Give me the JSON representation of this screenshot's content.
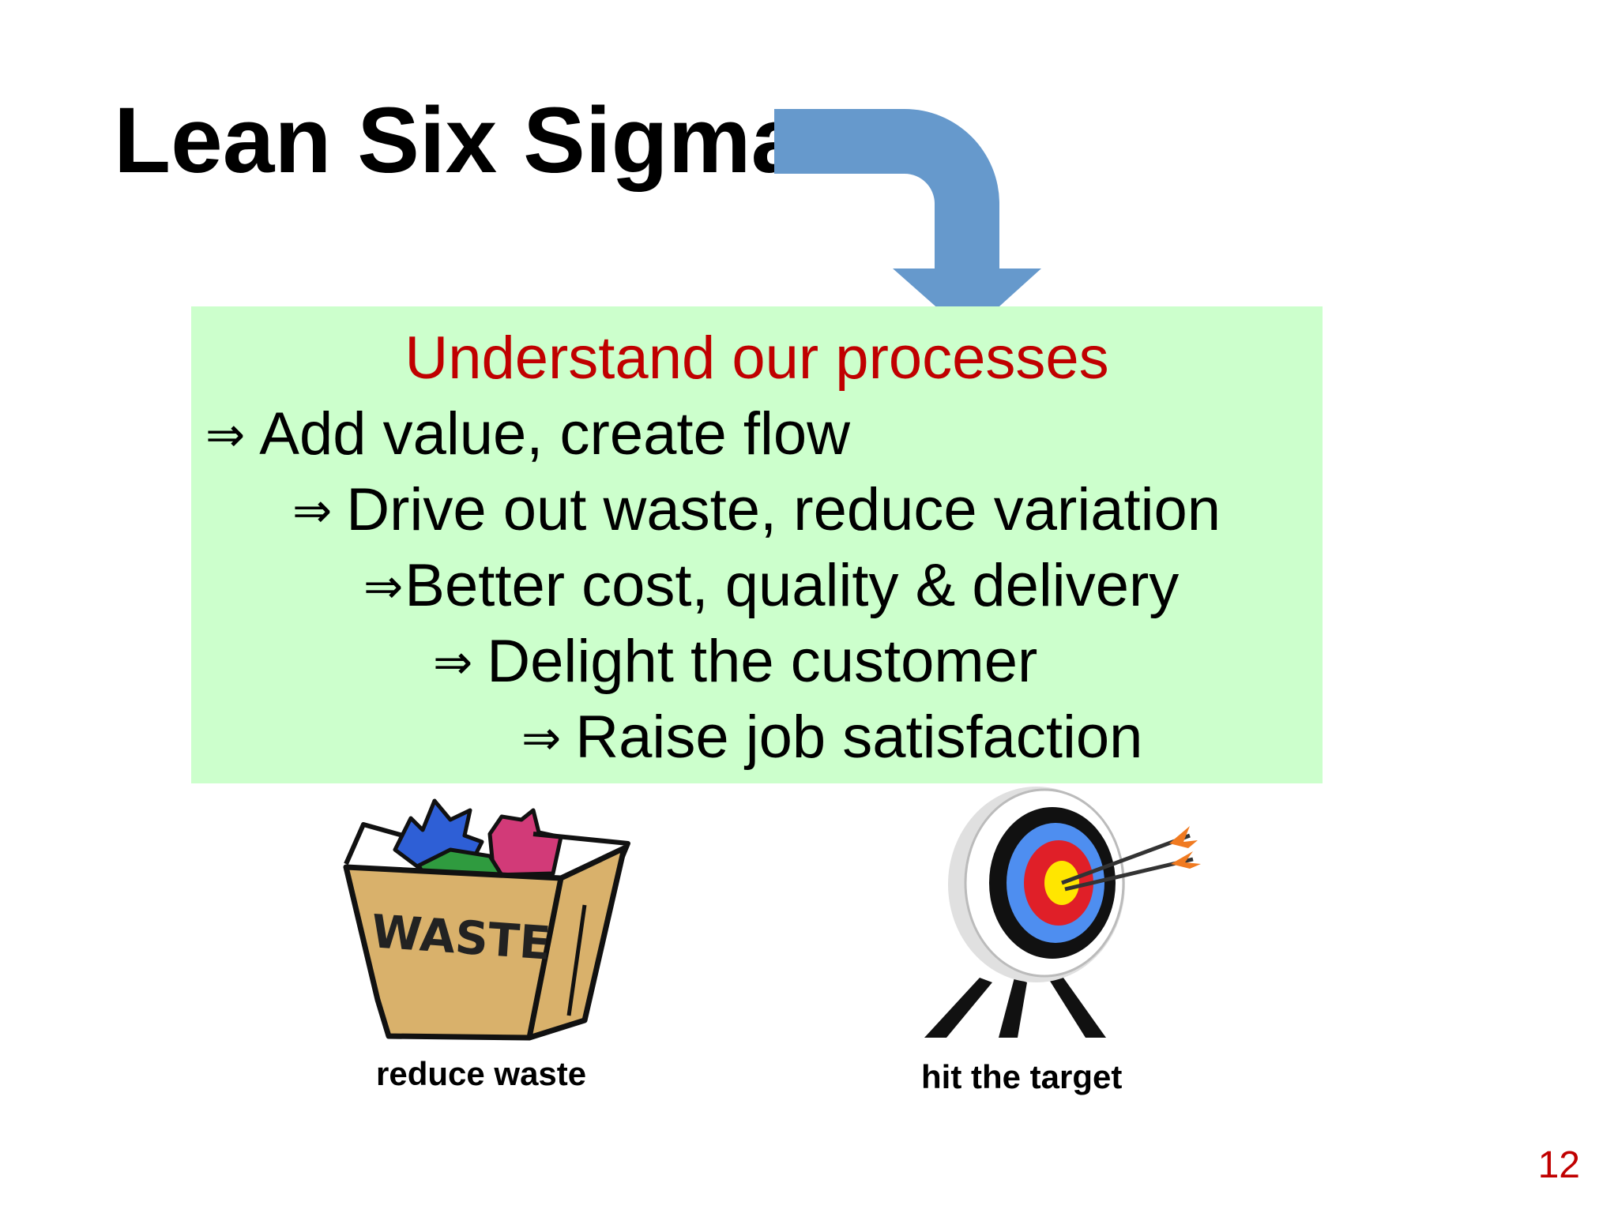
{
  "slide": {
    "title": "Lean Six Sigma",
    "headline": "Understand our processes",
    "implies_symbol": "⇒",
    "steps": [
      "Add value, create flow",
      "Drive out waste, reduce variation",
      "Better cost, quality & delivery",
      "Delight the customer",
      "Raise job satisfaction"
    ],
    "waste_bin_label": "WASTE",
    "captions": {
      "waste": "reduce waste",
      "target": "hit the target"
    },
    "page_number": "12"
  },
  "icons": {
    "arrow": "curved-down-arrow-icon",
    "waste": "waste-basket-icon",
    "target": "archery-target-icon"
  },
  "colors": {
    "title": "#000000",
    "headline": "#c00000",
    "box_background": "#ccffcc",
    "arrow": "#6699cc",
    "page_number": "#c00000"
  }
}
